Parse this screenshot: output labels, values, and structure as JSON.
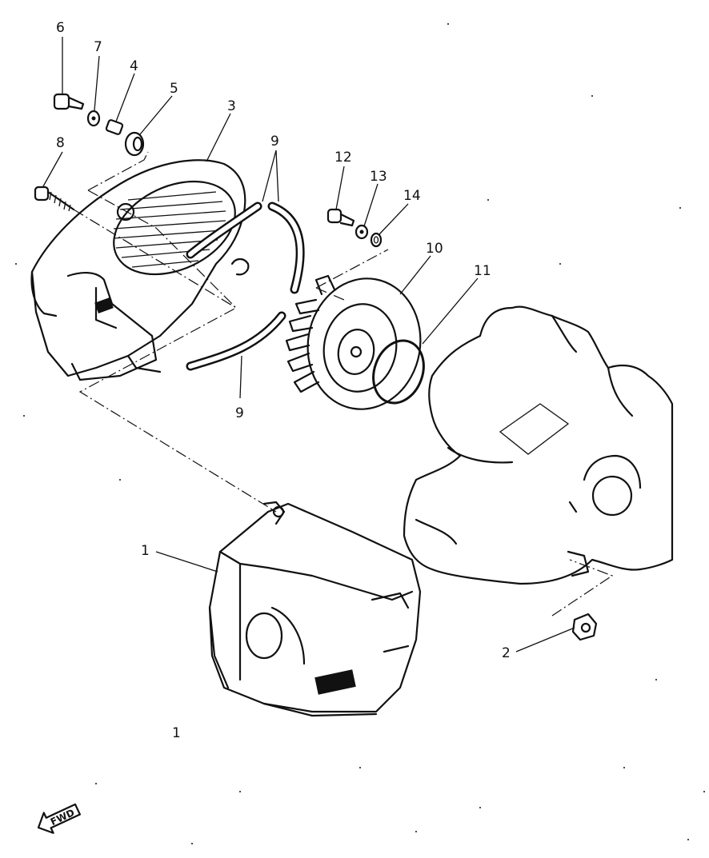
{
  "diagram": {
    "labels": {
      "l1": "1",
      "l1b": "1",
      "l2": "2",
      "l3": "3",
      "l4": "4",
      "l5": "5",
      "l6": "6",
      "l7": "7",
      "l8": "8",
      "l9a": "9",
      "l9b": "9",
      "l10": "10",
      "l11": "11",
      "l12": "12",
      "l13": "13",
      "l14": "14"
    },
    "fwd_label": "FWD"
  }
}
